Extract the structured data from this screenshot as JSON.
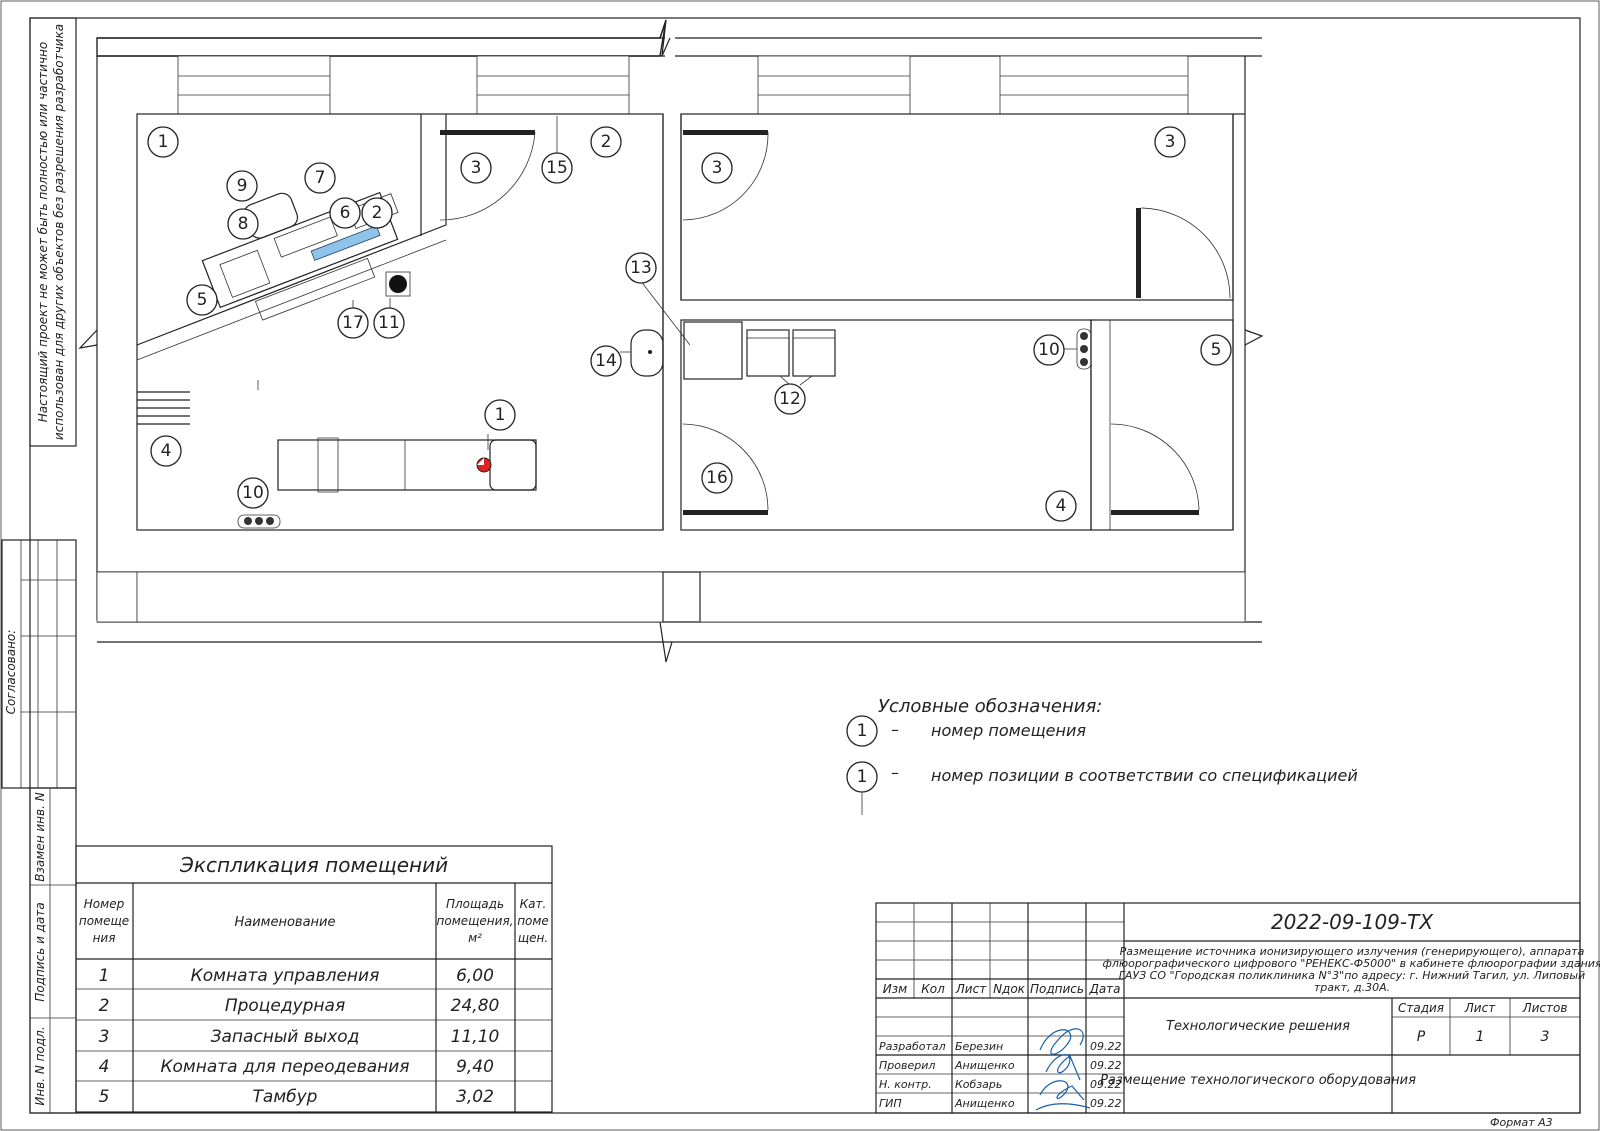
{
  "side_stamp": {
    "notice_line1": "Настоящий проект не может быть полностью или частично",
    "notice_line2": "использован для других объектов без разрешения разработчика",
    "agreed": "Согласовано:",
    "replaced_inv": "Взамен инв. N",
    "sign_date": "Подпись и дата",
    "inv_orig": "Инв. N подл."
  },
  "plan": {
    "rooms": [
      "1",
      "2",
      "3",
      "4",
      "5"
    ],
    "positions": [
      "1",
      "2",
      "3",
      "4",
      "5",
      "6",
      "7",
      "8",
      "9",
      "10",
      "11",
      "12",
      "13",
      "14",
      "15",
      "16",
      "17"
    ]
  },
  "legend": {
    "title": "Условные обозначения:",
    "room_symbol": "1",
    "room_dash": "–",
    "room_text": "номер помещения",
    "pos_symbol": "1",
    "pos_dash": "–",
    "pos_text": "номер позиции в соответствии со спецификацией"
  },
  "explication": {
    "title": "Экспликация помещений",
    "headers": {
      "num": [
        "Номер",
        "помеще",
        "ния"
      ],
      "name": "Наименование",
      "area": [
        "Площадь",
        "помещения,",
        "м²"
      ],
      "cat": [
        "Кат.",
        "поме",
        "щен."
      ]
    },
    "rows": [
      {
        "num": "1",
        "name": "Комната управления",
        "area": "6,00",
        "cat": ""
      },
      {
        "num": "2",
        "name": "Процедурная",
        "area": "24,80",
        "cat": ""
      },
      {
        "num": "3",
        "name": "Запасный выход",
        "area": "11,10",
        "cat": ""
      },
      {
        "num": "4",
        "name": "Комната для переодевания",
        "area": "9,40",
        "cat": ""
      },
      {
        "num": "5",
        "name": "Тамбур",
        "area": "3,02",
        "cat": ""
      }
    ]
  },
  "title_block": {
    "doc_code": "2022-09-109-ТХ",
    "description": [
      "Размещение источника ионизирующего излучения (генерирующего), аппарата",
      "флюорографического цифрового \"РЕНЕКС-Ф5000\" в кабинете флюорографии здания",
      "ГАУЗ СО \"Городская поликлиника N°3\"по адресу: г. Нижний Тагил, ул. Липовый",
      "тракт, д.30А."
    ],
    "rev_headers": [
      "Изм",
      "Кол",
      "Лист",
      "Nдок",
      "Подпись",
      "Дата"
    ],
    "section": "Технологические решения",
    "sheet_title": "Размещение технологического оборудования",
    "stage_label": "Стадия",
    "sheet_label": "Лист",
    "sheets_label": "Листов",
    "stage": "Р",
    "sheet": "1",
    "sheets": "3",
    "people": [
      {
        "role": "Разработал",
        "name": "Березин",
        "date": "09.22"
      },
      {
        "role": "Проверил",
        "name": "Анищенко",
        "date": "09.22"
      },
      {
        "role": "Н. контр.",
        "name": "Кобзарь",
        "date": "09.22"
      },
      {
        "role": "ГИП",
        "name": "Анищенко",
        "date": "09.22"
      }
    ],
    "format": "Формат А3"
  }
}
